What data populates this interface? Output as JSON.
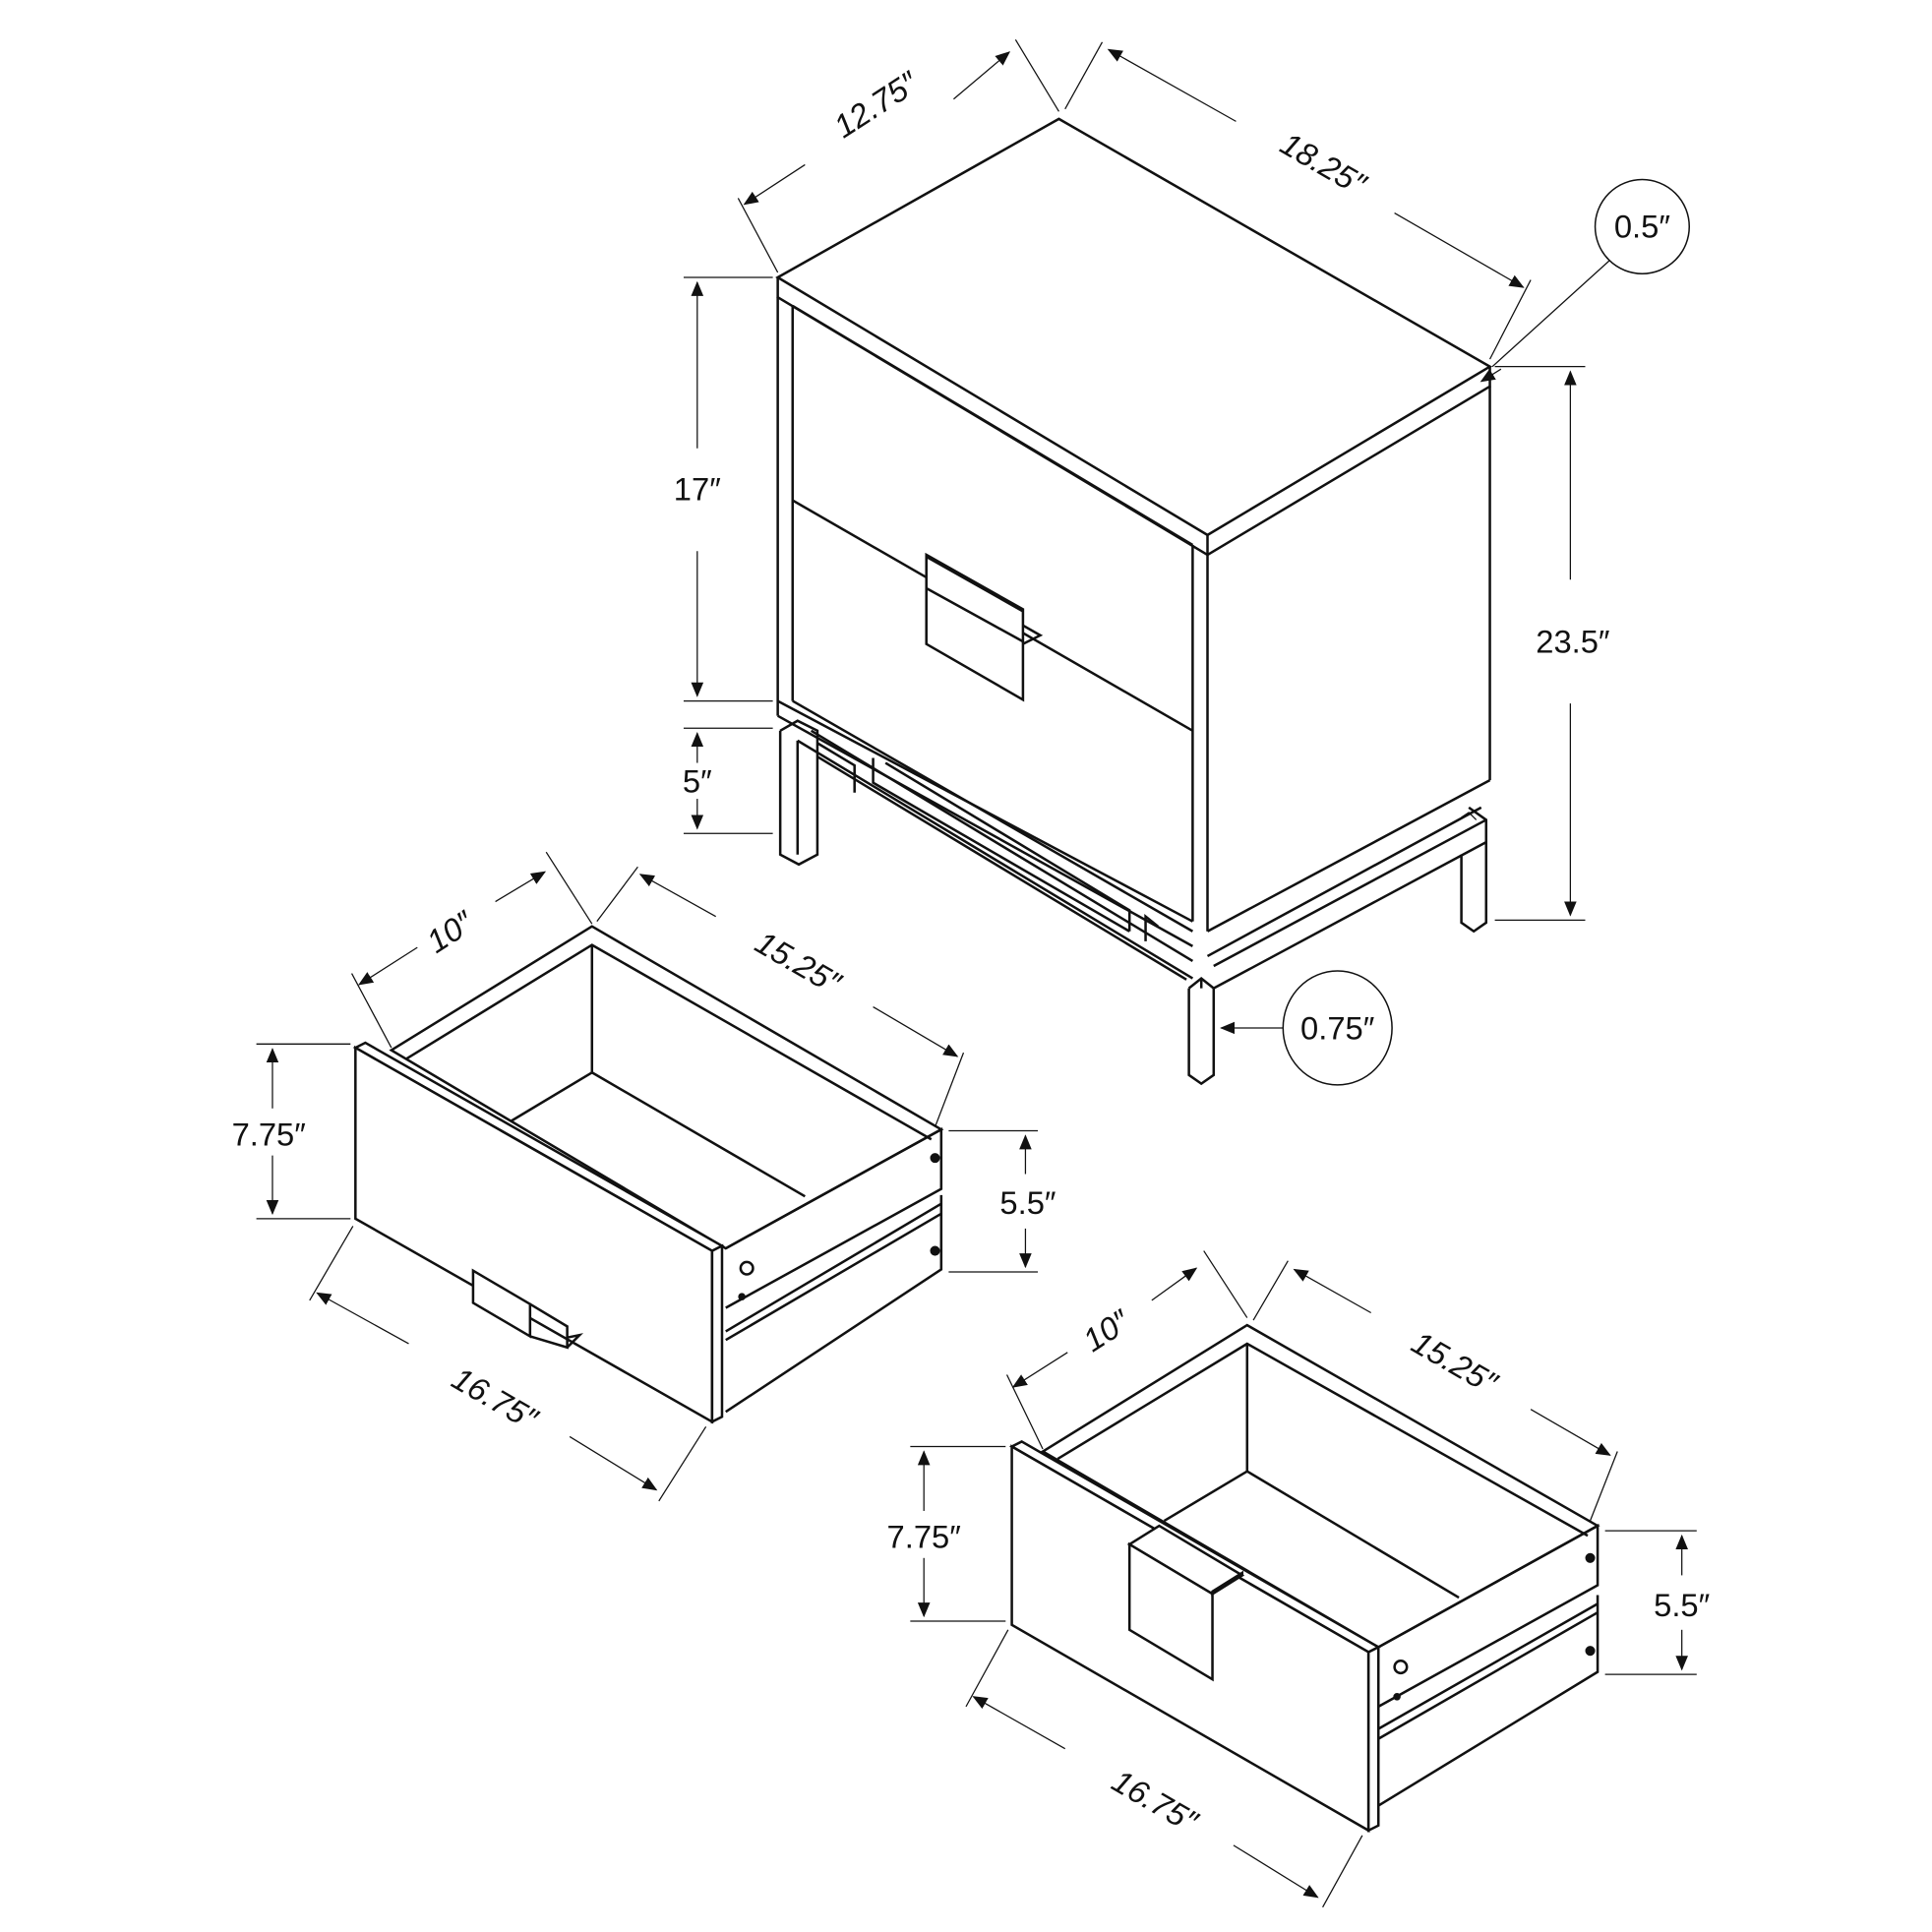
{
  "diagram": {
    "type": "furniture dimension drawing",
    "subject": "2-drawer nightstand with metal base",
    "stroke_color": "#111111",
    "background_color": "#ffffff"
  },
  "cabinet": {
    "depth_label": "12.75″",
    "width_label": "18.25″",
    "top_thickness_label": "0.5″",
    "body_height_label": "17″",
    "base_height_label": "5″",
    "overall_height_label": "23.5″",
    "leg_thickness_label": "0.75″"
  },
  "drawer_1": {
    "inner_depth_label": "10″",
    "inner_length_label": "15.25″",
    "front_height_label": "7.75″",
    "box_height_label": "5.5″",
    "front_width_label": "16.75″"
  },
  "drawer_2": {
    "inner_depth_label": "10″",
    "inner_length_label": "15.25″",
    "front_height_label": "7.75″",
    "box_height_label": "5.5″",
    "front_width_label": "16.75″"
  }
}
